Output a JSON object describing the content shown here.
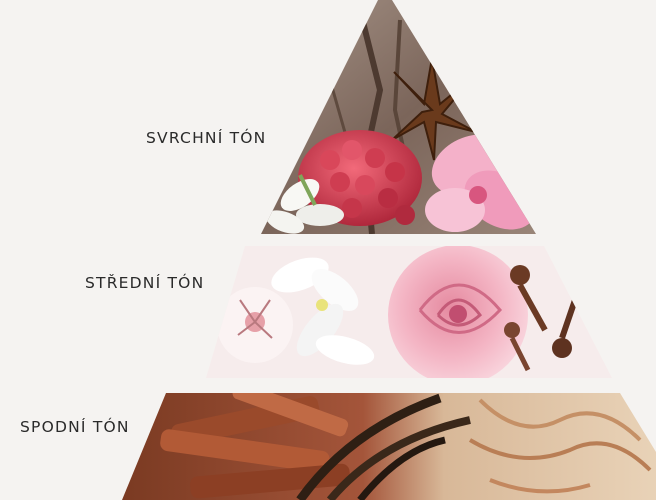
{
  "tiers": {
    "top": {
      "label": "SVRCHNÍ TÓN"
    },
    "middle": {
      "label": "STŘEDNÍ TÓN"
    },
    "bottom": {
      "label": "SPODNÍ TÓN"
    }
  },
  "colors": {
    "background": "#f5f3f1",
    "bark": "#8a7566",
    "raspberry": "#c8354a",
    "blossom_pink": "#f2a6c2",
    "white_flower": "#f8f8f6",
    "rose": "#f1b3c1",
    "clove": "#6b3a24",
    "cinnamon": "#9c4a2c",
    "vanilla": "#2e1f14",
    "wood": "#d9bc9c"
  },
  "icons": [
    "star-anise-icon",
    "raspberry-icon",
    "blossom-icon",
    "jasmine-icon",
    "rose-icon",
    "clove-icon",
    "cinnamon-stick-icon",
    "vanilla-pod-icon"
  ]
}
